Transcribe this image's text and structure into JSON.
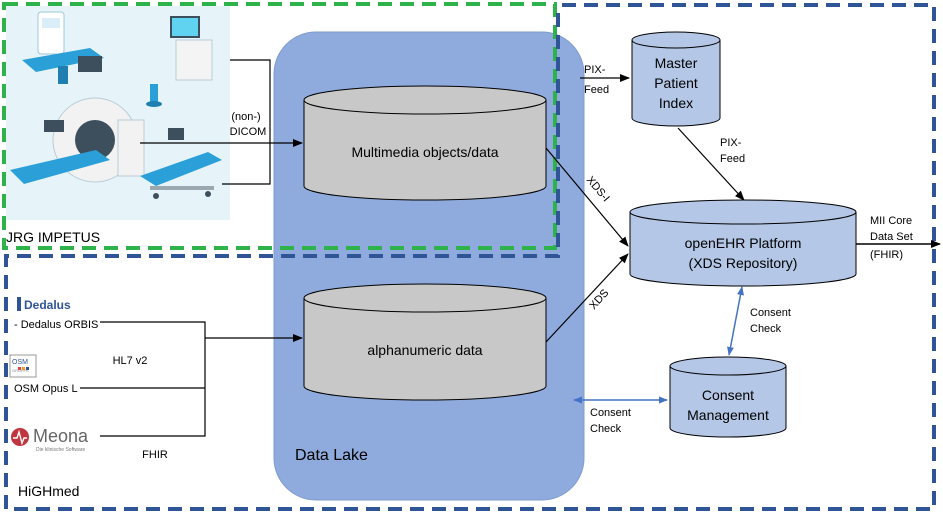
{
  "groups": {
    "impetus": "JRG IMPETUS",
    "highmed": "HiGHmed",
    "data_lake": "Data Lake"
  },
  "nodes": {
    "multimedia": "Multimedia objects/data",
    "alphanumeric": "alphanumeric data",
    "mpi_line1": "Master",
    "mpi_line2": "Patient",
    "mpi_line3": "Index",
    "openehr_line1": "openEHR Platform",
    "openehr_line2": "(XDS Repository)",
    "consent_line1": "Consent",
    "consent_line2": "Management"
  },
  "sources": {
    "dedalus_logo": "Dedalus",
    "dedalus_label": "- Dedalus ORBIS",
    "osm_logo": "OSM",
    "osm_logo_sub": "GRUPPE",
    "osm_label": "OSM Opus L",
    "meona_logo": "Meona",
    "meona_tagline": "Die klinische Software"
  },
  "edges": {
    "dicom_line1": "(non-)",
    "dicom_line2": "DICOM",
    "hl7": "HL7 v2",
    "fhir": "FHIR",
    "pix_feed_1a": "PIX-",
    "pix_feed_1b": "Feed",
    "pix_feed_2a": "PIX-",
    "pix_feed_2b": "Feed",
    "xds_i": "XDS-I",
    "xds": "XDS",
    "consent_check_1a": "Consent",
    "consent_check_1b": "Check",
    "consent_check_2a": "Consent",
    "consent_check_2b": "Check",
    "mii_line1": "MII Core",
    "mii_line2": "Data Set",
    "mii_line3": "(FHIR)"
  },
  "colors": {
    "impetus_border": "#2db34a",
    "highmed_border": "#2f5597",
    "data_lake_fill": "#8faadc",
    "cylinder_gray": "#c8c8c8",
    "cylinder_blue": "#b4c7e7",
    "consent_arrow": "#4472c4",
    "image_bg": "#e6f4fa"
  }
}
